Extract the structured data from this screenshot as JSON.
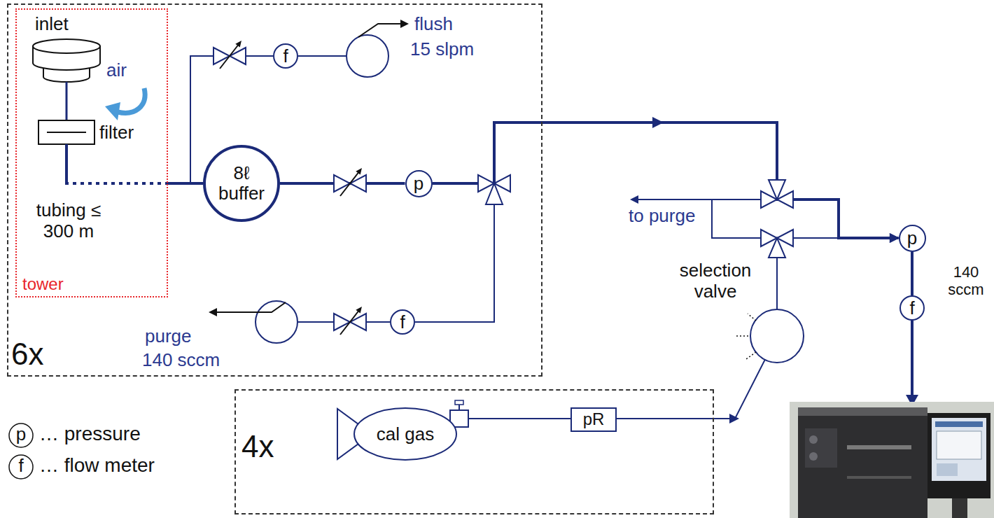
{
  "diagram": {
    "nodes": [
      {
        "text": [
          "6x"
        ]
      },
      {
        "text": [
          "tower"
        ],
        "in": 0
      },
      {
        "text": [
          "f"
        ],
        "in": 0
      },
      {
        "text": [
          "8ℓ buffer"
        ],
        "in": 0
      },
      {
        "text": [
          "p"
        ],
        "in": 0
      },
      {
        "text": [
          "f"
        ],
        "in": 0
      },
      {
        "text": [
          "p"
        ]
      },
      {
        "text": [
          "f"
        ]
      },
      {
        "text": [
          "4x"
        ]
      },
      {
        "text": [
          "cal gas"
        ],
        "in": 8
      },
      {
        "text": [
          "pR"
        ],
        "in": 8
      }
    ],
    "edges": [
      {
        "from": 1,
        "to": 3,
        "arrow": "none"
      },
      {
        "from": 1,
        "to": 2,
        "arrow": "none"
      },
      {
        "from": 3,
        "to": 4,
        "arrow": "none"
      },
      {
        "from": 4,
        "to": 6,
        "arrow": "to"
      },
      {
        "from": 4,
        "to": 5,
        "arrow": "none"
      },
      {
        "from": 6,
        "to": 7,
        "arrow": "none"
      },
      {
        "from": 9,
        "to": 10,
        "arrow": "none"
      },
      {
        "from": 10,
        "to": 6,
        "arrow": "to"
      }
    ],
    "labels": [
      "inlet",
      "air",
      "filter",
      "tubing ≤ 300 m",
      "flush",
      "15 slpm",
      "purge",
      "140 sccm",
      "to purge",
      "selection valve",
      "140 sccm",
      "p",
      "f"
    ],
    "legend": [
      {
        "text": "… pressure"
      },
      {
        "text": "… flow meter"
      }
    ]
  }
}
